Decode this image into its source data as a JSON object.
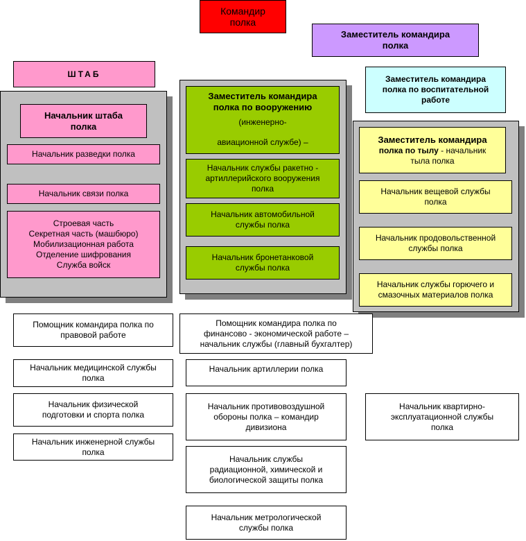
{
  "colors": {
    "commander": "#ff0000",
    "deputy": "#cc99ff",
    "staff": "#ff99cc",
    "education": "#ccffff",
    "armament": "#99cc00",
    "rear": "#ffff99",
    "panel": "#c0c0c0",
    "shadow": "#808080"
  },
  "commander": {
    "line1": "Командир",
    "line2": "полка"
  },
  "deputy": {
    "line1": "Заместитель командира",
    "line2": "полка"
  },
  "staff_header": "ШТАБ",
  "deputy_education": {
    "line1": "Заместитель командира",
    "line2": "полка по воспитательной",
    "line3": "работе"
  },
  "staff": {
    "chief": {
      "line1": "Начальник штаба",
      "line2": "полка"
    },
    "recon": "Начальник разведки полка",
    "signals": "Начальник связи полка",
    "units": {
      "l1": "Строевая часть",
      "l2": "Секретная часть (машбюро)",
      "l3": "Мобилизационная работа",
      "l4": "Отделение шифрования",
      "l5": "Служба войск"
    }
  },
  "armament": {
    "deputy": {
      "line1": "Заместитель командира",
      "line2": "полка по вооружению",
      "line3": "(инженерно-",
      "line4": "авиационной службе) –"
    },
    "rocket": {
      "line1": "Начальник службы ракетно -",
      "line2": "артиллерийского вооружения",
      "line3": "полка"
    },
    "auto": {
      "line1": "Начальник автомобильной",
      "line2": "службы полка"
    },
    "armor": {
      "line1": "Начальник бронетанковой",
      "line2": "службы полка"
    }
  },
  "rear": {
    "deputy": {
      "line1": "Заместитель командира",
      "line2": "полка по тылу",
      "line2_tail": " - начальник",
      "line3": "тыла полка"
    },
    "clothing": {
      "line1": "Начальник вещевой службы",
      "line2": "полка"
    },
    "food": {
      "line1": "Начальник продовольственной",
      "line2": "службы полка"
    },
    "fuel": {
      "line1": "Начальник службы горючего и",
      "line2": "смазочных материалов полка"
    }
  },
  "legal": {
    "line1": "Помощник командира полка по",
    "line2": "правовой работе"
  },
  "finance": {
    "line1": "Помощник командира полка по",
    "line2": "финансово - экономической работе –",
    "line3": "начальник службы (главный бухгалтер)"
  },
  "medical": {
    "line1": "Начальник медицинской службы",
    "line2": "полка"
  },
  "artillery": "Начальник артиллерии полка",
  "physical": {
    "line1": "Начальник физической",
    "line2": "подготовки и спорта полка"
  },
  "airdefense": {
    "line1": "Начальник противовоздушной",
    "line2": "обороны полка – командир",
    "line3": "дивизиона"
  },
  "housing": {
    "line1": "Начальник квартирно-",
    "line2": "эксплуатационной службы",
    "line3": "полка"
  },
  "engineer": {
    "line1": "Начальник инженерной службы",
    "line2": "полка"
  },
  "chemical": {
    "line1": "Начальник службы",
    "line2": "радиационной, химической и",
    "line3": "биологической защиты полка"
  },
  "metrology": {
    "line1": "Начальник метрологической",
    "line2": "службы полка"
  }
}
